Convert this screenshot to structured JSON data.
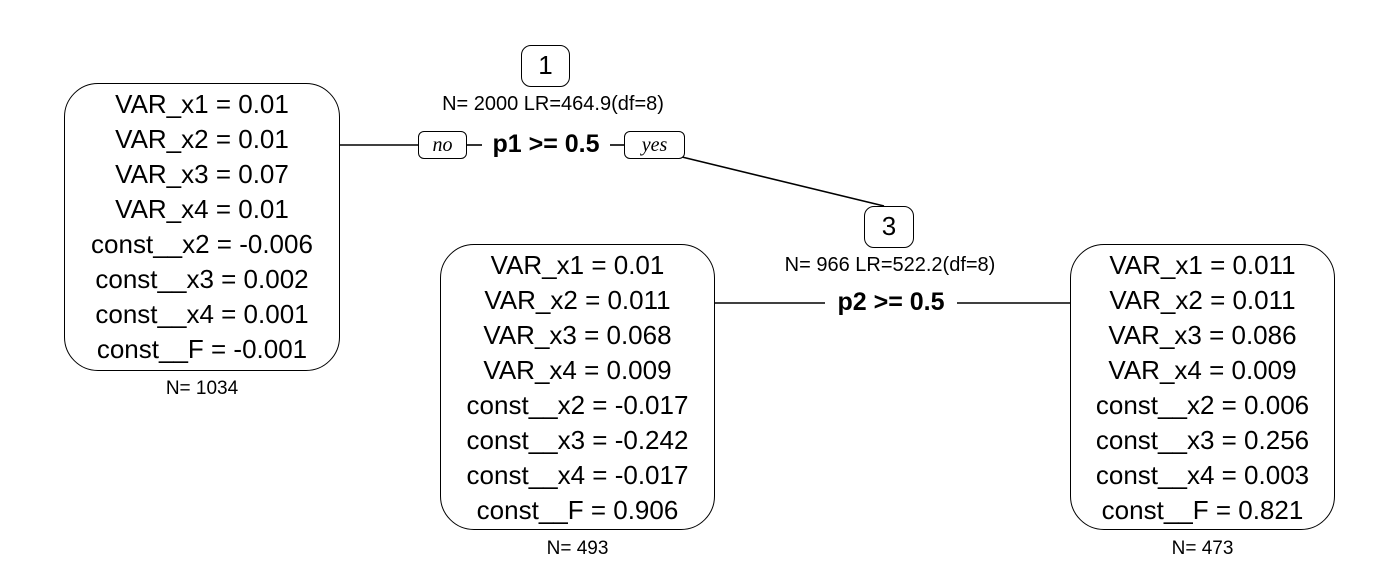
{
  "tree": {
    "root": {
      "id": "1",
      "info": "N= 2000 LR=464.9(df=8)",
      "split": "p1 >= 0.5",
      "edge_no": "no",
      "edge_yes": "yes"
    },
    "node3": {
      "id": "3",
      "info": "N= 966 LR=522.2(df=8)",
      "split": "p2 >= 0.5"
    },
    "leaf_left": {
      "rows": [
        "VAR_x1 = 0.01",
        "VAR_x2 = 0.01",
        "VAR_x3 = 0.07",
        "VAR_x4 = 0.01",
        "const__x2 = -0.006",
        "const__x3 = 0.002",
        "const__x4 = 0.001",
        "const__F = -0.001"
      ],
      "n": "N= 1034"
    },
    "leaf_mid": {
      "rows": [
        "VAR_x1 = 0.01",
        "VAR_x2 = 0.011",
        "VAR_x3 = 0.068",
        "VAR_x4 = 0.009",
        "const__x2 = -0.017",
        "const__x3 = -0.242",
        "const__x4 = -0.017",
        "const__F = 0.906"
      ],
      "n": "N= 493"
    },
    "leaf_right": {
      "rows": [
        "VAR_x1 = 0.011",
        "VAR_x2 = 0.011",
        "VAR_x3 = 0.086",
        "VAR_x4 = 0.009",
        "const__x2 = 0.006",
        "const__x3 = 0.256",
        "const__x4 = 0.003",
        "const__F = 0.821"
      ],
      "n": "N= 473"
    }
  }
}
